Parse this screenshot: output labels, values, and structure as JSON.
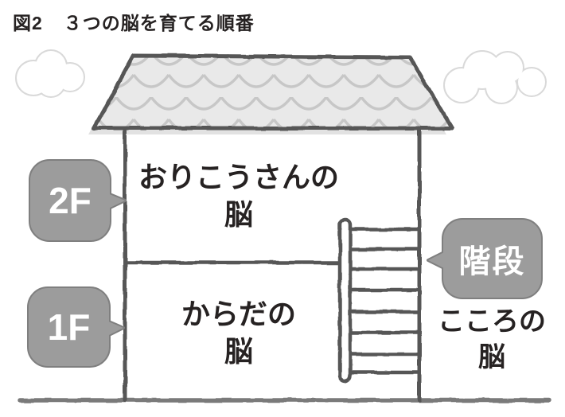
{
  "figure": {
    "label": "図2",
    "title": "３つの脳を育てる順番"
  },
  "rooms": {
    "floor2": {
      "badge": "2F",
      "line1": "おりこうさんの",
      "line2": "脳"
    },
    "floor1": {
      "badge": "1F",
      "line1": "からだの",
      "line2": "脳"
    },
    "stairs": {
      "badge": "階段",
      "line1": "こころの",
      "line2": "脳"
    }
  },
  "colors": {
    "ink": "#262222",
    "line": "#565656",
    "ground": "#7a7a7a",
    "bubble_fill": "#9c9c9c",
    "bubble_line": "#7f7f7f",
    "bubble_text": "#ffffff",
    "roof_fill": "#e9e9e9",
    "roof_scale_line": "#c7c7c7",
    "roof_shadow": "#e2e2e2",
    "cloud_line": "#d9d9d9",
    "cloud_fill": "#ffffff",
    "background": "#ffffff"
  }
}
